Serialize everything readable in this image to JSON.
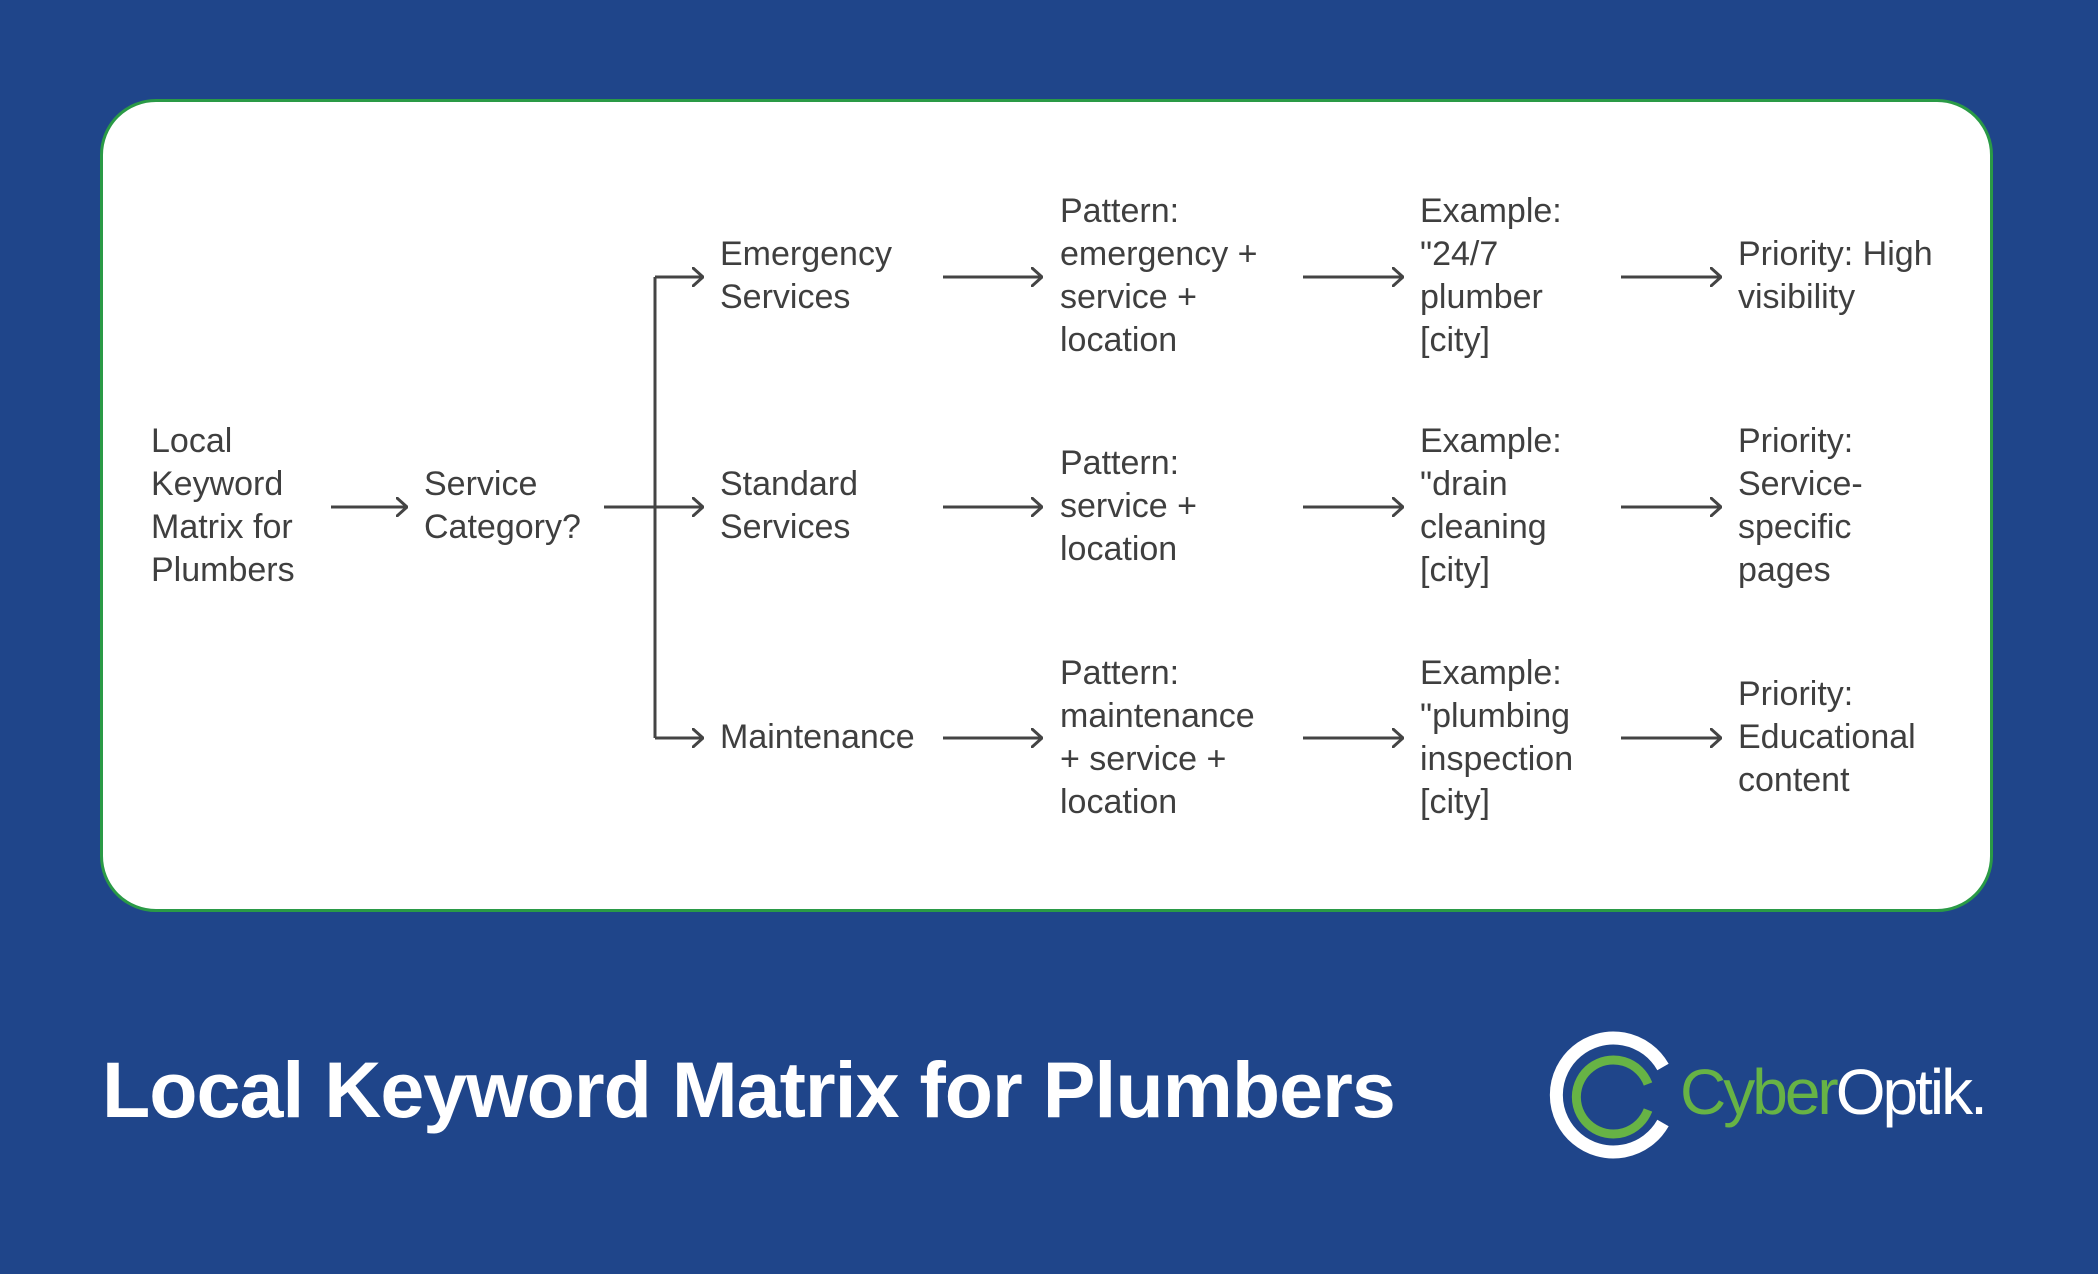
{
  "diagram": {
    "root": "Local\nKeyword\nMatrix for\nPlumbers",
    "decision": "Service\nCategory?",
    "branches": [
      {
        "category": "Emergency\nServices",
        "pattern": "Pattern:\nemergency +\nservice +\nlocation",
        "example": "Example:\n\"24/7\nplumber\n[city]",
        "priority": "Priority: High\nvisibility"
      },
      {
        "category": "Standard\nServices",
        "pattern": "Pattern:\nservice +\nlocation",
        "example": "Example:\n\"drain\ncleaning\n[city]",
        "priority": "Priority:\nService-\nspecific\npages"
      },
      {
        "category": "Maintenance",
        "pattern": "Pattern:\nmaintenance\n+ service +\nlocation",
        "example": "Example:\n\"plumbing\ninspection\n[city]",
        "priority": "Priority:\nEducational\ncontent"
      }
    ]
  },
  "footer": {
    "title": "Local Keyword Matrix for Plumbers",
    "logo_cyber": "Cyber",
    "logo_optik": "Optik."
  },
  "colors": {
    "background": "#1f458a",
    "panel": "#ffffff",
    "panel_border": "#2a9a46",
    "text": "#3f3f3f",
    "connector": "#444444",
    "logo_green": "#67b345",
    "logo_white": "#ffffff"
  }
}
